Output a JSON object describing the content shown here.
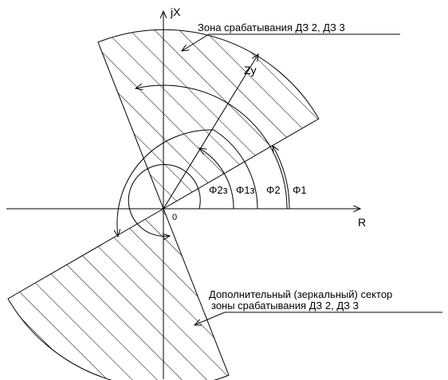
{
  "axes": {
    "x_label": "R",
    "y_label": "jX",
    "origin_label": "0"
  },
  "vector_label": "Zy",
  "zone_label": "Зона срабатывания  ДЗ 2, ДЗ 3",
  "mirror_label_line1": "Дополнительный (зеркальный) сектор",
  "mirror_label_line2": "зоны срабатывания ДЗ 2, ДЗ 3",
  "angles": {
    "phi2z": "Φ2з",
    "phi1z": "Φ1з",
    "phi2": "Φ2",
    "phi1": "Φ1"
  },
  "colors": {
    "line": "#000000",
    "background": "#ffffff"
  }
}
